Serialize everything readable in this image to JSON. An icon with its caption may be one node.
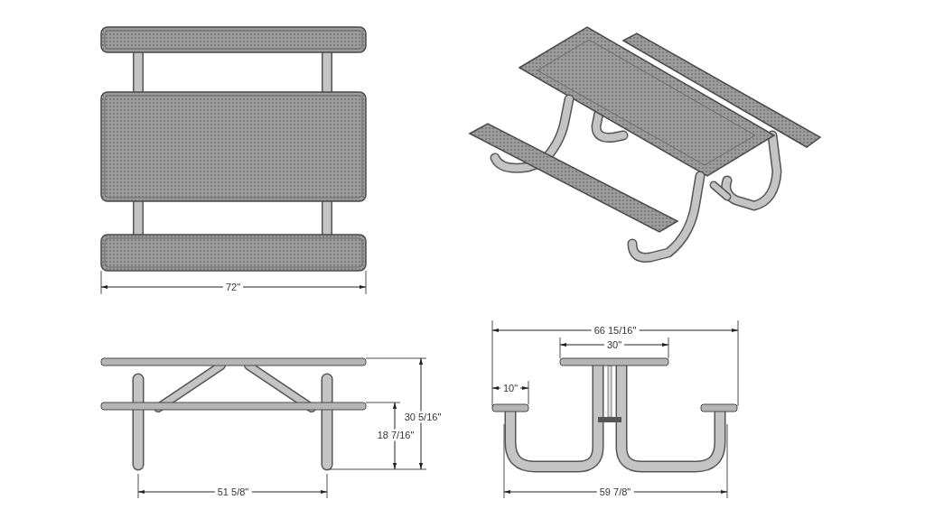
{
  "diagram": {
    "labels": [
      "72\"",
      "66 15/16\"",
      "30\"",
      "10\"",
      "30 5/16\"",
      "18 7/16\"",
      "51 5/8\"",
      "59 7/8\""
    ]
  }
}
